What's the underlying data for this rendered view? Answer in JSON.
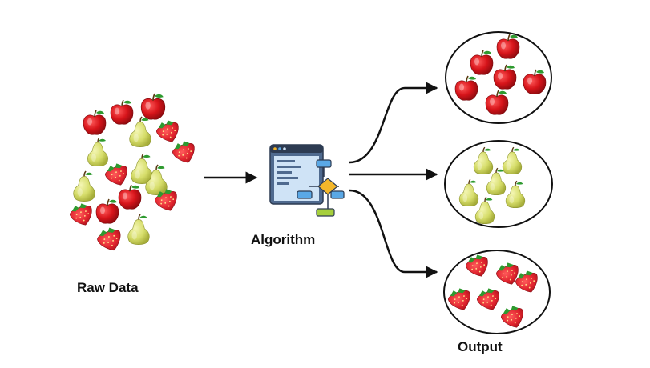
{
  "labels": {
    "raw_data": "Raw Data",
    "algorithm": "Algorithm",
    "output": "Output"
  },
  "colors": {
    "apple": "#d7141a",
    "pear": "#d6dd6a",
    "strawberry": "#e0232d",
    "leaf": "#2e9a2f",
    "arrow": "#111111",
    "algorithm_window": "#4f6a8f",
    "algorithm_screen": "#cfe3f6",
    "algorithm_cube": "#f4b72a",
    "algorithm_node": "#5aa8e6"
  },
  "icons": {
    "algorithm": "algorithm-flowchart-icon",
    "apple": "apple-icon",
    "pear": "pear-icon",
    "strawberry": "strawberry-icon"
  }
}
